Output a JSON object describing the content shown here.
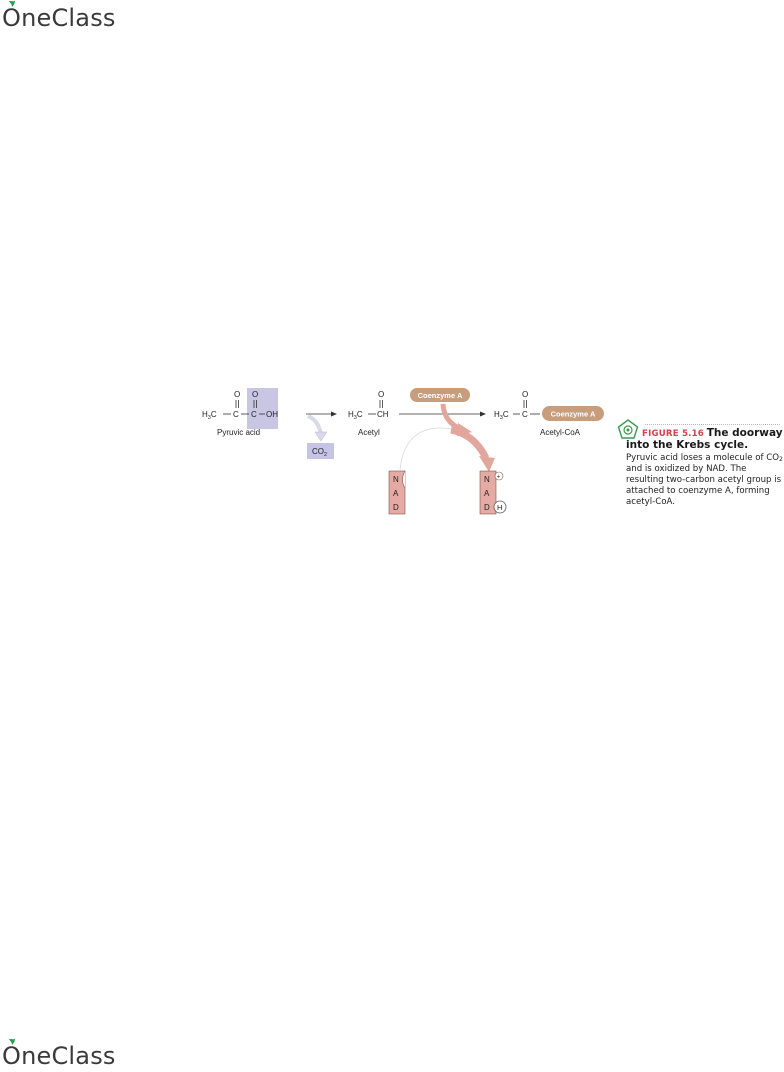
{
  "brand": {
    "name": "OneClass"
  },
  "diagram": {
    "pyruvic_label": "Pyruvic acid",
    "acetyl_label": "Acetyl",
    "acetylcoa_label": "Acetyl-CoA",
    "co2_prefix": "CO",
    "co2_sub": "2",
    "coenzyme_a": "Coenzyme A",
    "oxygen": "O",
    "h3c_prefix": "H",
    "h3c_sub": "3",
    "h3c_suffix": "C",
    "carbon": "C",
    "oh": "OH",
    "ch": "CH",
    "nad_n": "N",
    "nad_a": "A",
    "nad_d": "D",
    "nadh_h": "H",
    "plus_sign": "+"
  },
  "caption": {
    "figure_label": "FIGURE 5.16",
    "title": "The doorway into the Krebs cycle.",
    "body_1": "Pyruvic acid loses a molecule of CO",
    "body_sub": "2",
    "body_2": " and is oxidized by NAD. The resulting two-carbon acetyl group is attached to coenzyme A, forming acetyl-CoA."
  },
  "colors": {
    "coenzyme_fill": "#c89d7c",
    "nad_fill": "#e5aaa3",
    "highlight_fill": "#c9c6e3",
    "co2_fill": "#c7c3e6",
    "arrow_fill": "#e2a79c",
    "figure_red": "#d2414d"
  }
}
